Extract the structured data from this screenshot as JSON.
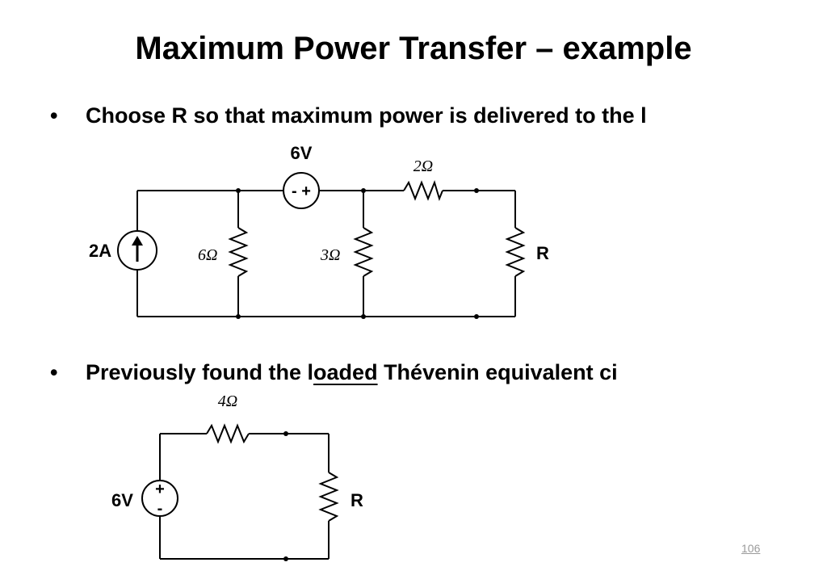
{
  "slide": {
    "title": "Maximum Power Transfer – example",
    "page_number": "106"
  },
  "bullets": [
    {
      "marker": "•",
      "text": "Choose R so that maximum power is delivered to the l"
    },
    {
      "marker": "•",
      "text_before": "Previously found the l",
      "text_underlined": "oaded",
      "text_after": " Thévenin equivalent ci"
    }
  ],
  "circuit1": {
    "source_voltage_label": "6V",
    "source_polarity": "- +",
    "current_source_label": "2A",
    "r_series_label": "2Ω",
    "r_left_label": "6Ω",
    "r_mid_label": "3Ω",
    "load_label": "R"
  },
  "circuit2": {
    "r_series_label": "4Ω",
    "source_voltage_label": "6V",
    "plus_sign": "+",
    "minus_sign": "-",
    "load_label": "R"
  }
}
